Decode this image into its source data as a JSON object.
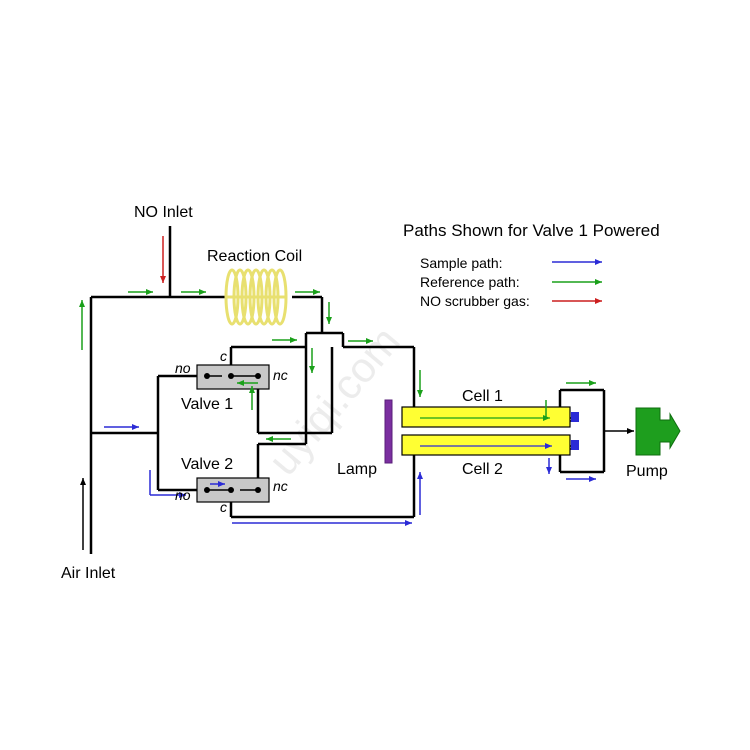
{
  "title": "Paths Shown for Valve 1 Powered",
  "legend": [
    {
      "label": "Sample path:",
      "color": "#2b2bd6"
    },
    {
      "label": "Reference path:",
      "color": "#1aa01a"
    },
    {
      "label": "NO scrubber gas:",
      "color": "#cc1f1f"
    }
  ],
  "labels": {
    "no_inlet": "NO Inlet",
    "air_inlet": "Air Inlet",
    "reaction_coil": "Reaction Coil",
    "valve1": "Valve 1",
    "valve2": "Valve 2",
    "lamp": "Lamp",
    "cell1": "Cell 1",
    "cell2": "Cell 2",
    "pump": "Pump",
    "port_no": "no",
    "port_nc": "nc",
    "port_c": "c",
    "watermark": "uyiqi.com"
  },
  "colors": {
    "sample": "#2b2bd6",
    "reference": "#1aa01a",
    "scrubber": "#cc1f1f",
    "cell_fill": "#ffff33",
    "valve_fill": "#c8c8c8",
    "pump_fill": "#1e9e1e",
    "lamp_fill": "#7b2fa0",
    "coil_color": "#e8e070"
  }
}
